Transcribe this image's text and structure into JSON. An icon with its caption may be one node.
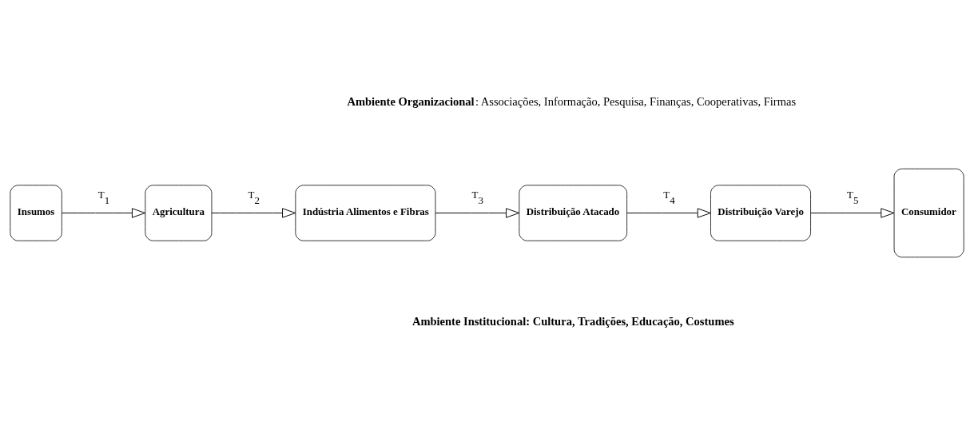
{
  "diagram": {
    "nodes": [
      {
        "text": [
          "Insumos"
        ]
      },
      {
        "text": [
          "Agricultura"
        ]
      },
      {
        "text": [
          "Indústria Alimentos e Fibras"
        ]
      },
      {
        "text": [
          "Distribuição Atacado"
        ]
      },
      {
        "text": [
          "Distribuição Varejo"
        ]
      },
      {
        "text": [
          "Consumidor"
        ]
      }
    ],
    "edges": [
      {
        "from": 0,
        "to": 1,
        "arrow": "to",
        "label": "T$_{1}$"
      },
      {
        "from": 1,
        "to": 2,
        "arrow": "to",
        "label": "T$_{2}$"
      },
      {
        "from": 2,
        "to": 3,
        "arrow": "to",
        "label": "T$_{3}$"
      },
      {
        "from": 3,
        "to": 4,
        "arrow": "to",
        "label": "T$_{4}$"
      },
      {
        "from": 4,
        "to": 5,
        "arrow": "to",
        "label": "T$_{5}$"
      }
    ],
    "labels": [
      "**Ambiente Organizacional**: Associações, Informação, Pesquisa, Finanças, Cooperativas, Firmas",
      "Ambiente Institucional: Cultura, Tradições, Educação, Costumes"
    ]
  }
}
